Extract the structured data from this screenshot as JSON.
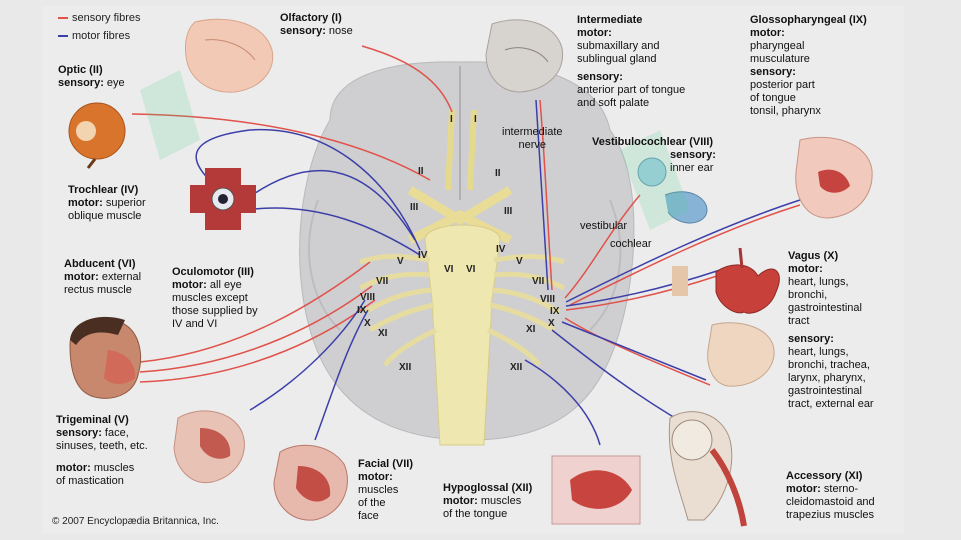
{
  "legend": {
    "sensory": "sensory fibres",
    "motor": "motor fibres",
    "sensory_color": "#e0524a",
    "motor_color": "#3c3fa8"
  },
  "colors": {
    "brain": "#cfcfd1",
    "brainstem": "#efe7b0",
    "nerve_root": "#ece2a0"
  },
  "labels": {
    "olfactory": {
      "title": "Olfactory (I)",
      "l1k": "sensory:",
      "l1v": "nose"
    },
    "optic": {
      "title": "Optic (II)",
      "l1k": "sensory:",
      "l1v": "eye"
    },
    "trochlear": {
      "title": "Trochlear (IV)",
      "l1k": "motor:",
      "l1v": "superior",
      "l2": "oblique muscle"
    },
    "abducent": {
      "title": "Abducent (VI)",
      "l1k": "motor:",
      "l1v": "external",
      "l2": "rectus muscle"
    },
    "oculomotor": {
      "title": "Oculomotor (III)",
      "l1k": "motor:",
      "l1v": "all eye",
      "l2": "muscles except",
      "l3": "those supplied by",
      "l4": "IV and VI"
    },
    "trigeminal": {
      "title": "Trigeminal (V)",
      "l1k": "sensory:",
      "l1v": "face,",
      "l2": "sinuses, teeth, etc.",
      "l3k": "motor:",
      "l3v": "muscles",
      "l4": "of mastication"
    },
    "facial": {
      "title": "Facial (VII)",
      "l1k": "motor:",
      "l2": "muscles",
      "l3": "of the",
      "l4": "face"
    },
    "hypoglossal": {
      "title": "Hypoglossal (XII)",
      "l1k": "motor:",
      "l1v": "muscles",
      "l2": "of the tongue"
    },
    "intermediate": {
      "title": "Intermediate",
      "l1k": "motor:",
      "l2": "submaxillary and",
      "l3": "sublingual gland",
      "l4k": "sensory:",
      "l5": "anterior part of tongue",
      "l6": "and soft palate"
    },
    "intermediate_nerve": {
      "l1": "intermediate",
      "l2": "nerve"
    },
    "vestibulocochlear": {
      "title": "Vestibulocochlear (VIII)",
      "l1k": "sensory:",
      "l2": "inner ear"
    },
    "vestibular": "vestibular",
    "cochlear": "cochlear",
    "glossopharyngeal": {
      "title": "Glossopharyngeal (IX)",
      "l1k": "motor:",
      "l2": "pharyngeal",
      "l3": "musculature",
      "l4k": "sensory:",
      "l5": "posterior part",
      "l6": "of tongue",
      "l7": "tonsil, pharynx"
    },
    "vagus": {
      "title": "Vagus (X)",
      "l1k": "motor:",
      "l2": "heart, lungs,",
      "l3": "bronchi,",
      "l4": "gastrointestinal",
      "l5": "tract",
      "l6k": "sensory:",
      "l7": "heart, lungs,",
      "l8": "bronchi, trachea,",
      "l9": "larynx, pharynx,",
      "l10": "gastrointestinal",
      "l11": "tract, external ear"
    },
    "accessory": {
      "title": "Accessory (XI)",
      "l1k": "motor:",
      "l1v": "sterno-",
      "l2": "cleidomastoid and",
      "l3": "trapezius muscles"
    }
  },
  "nerve_numbers": {
    "I_left": "I",
    "I_right": "I",
    "II_left": "II",
    "II_right": "II",
    "III_left": "III",
    "III_right": "III",
    "IV_left": "IV",
    "IV_right": "IV",
    "V_left": "V",
    "V_right": "V",
    "VI_left": "VI",
    "VI_right": "VI",
    "VII_left": "VII",
    "VII_right": "VII",
    "VIII_left": "VIII",
    "VIII_right": "VIII",
    "IX_left": "IX",
    "IX_right": "IX",
    "X_left": "X",
    "X_right": "X",
    "XI_left": "XI",
    "XI_right": "XI",
    "XII_left": "XII",
    "XII_right": "XII"
  },
  "copyright": "© 2007 Encyclopædia Britannica, Inc."
}
